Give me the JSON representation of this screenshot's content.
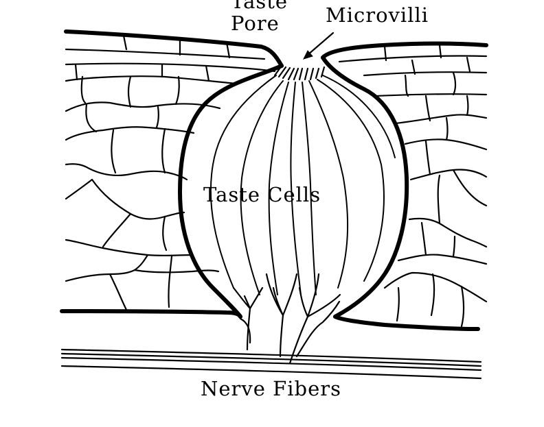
{
  "labels": {
    "taste_pore_line1": "Taste",
    "taste_pore_line2": "Pore",
    "microvilli": "Microvilli",
    "taste_cells": "Taste Cells",
    "nerve_fibers": "Nerve Fibers"
  },
  "colors": {
    "ink": "#000000",
    "background": "#ffffff"
  }
}
